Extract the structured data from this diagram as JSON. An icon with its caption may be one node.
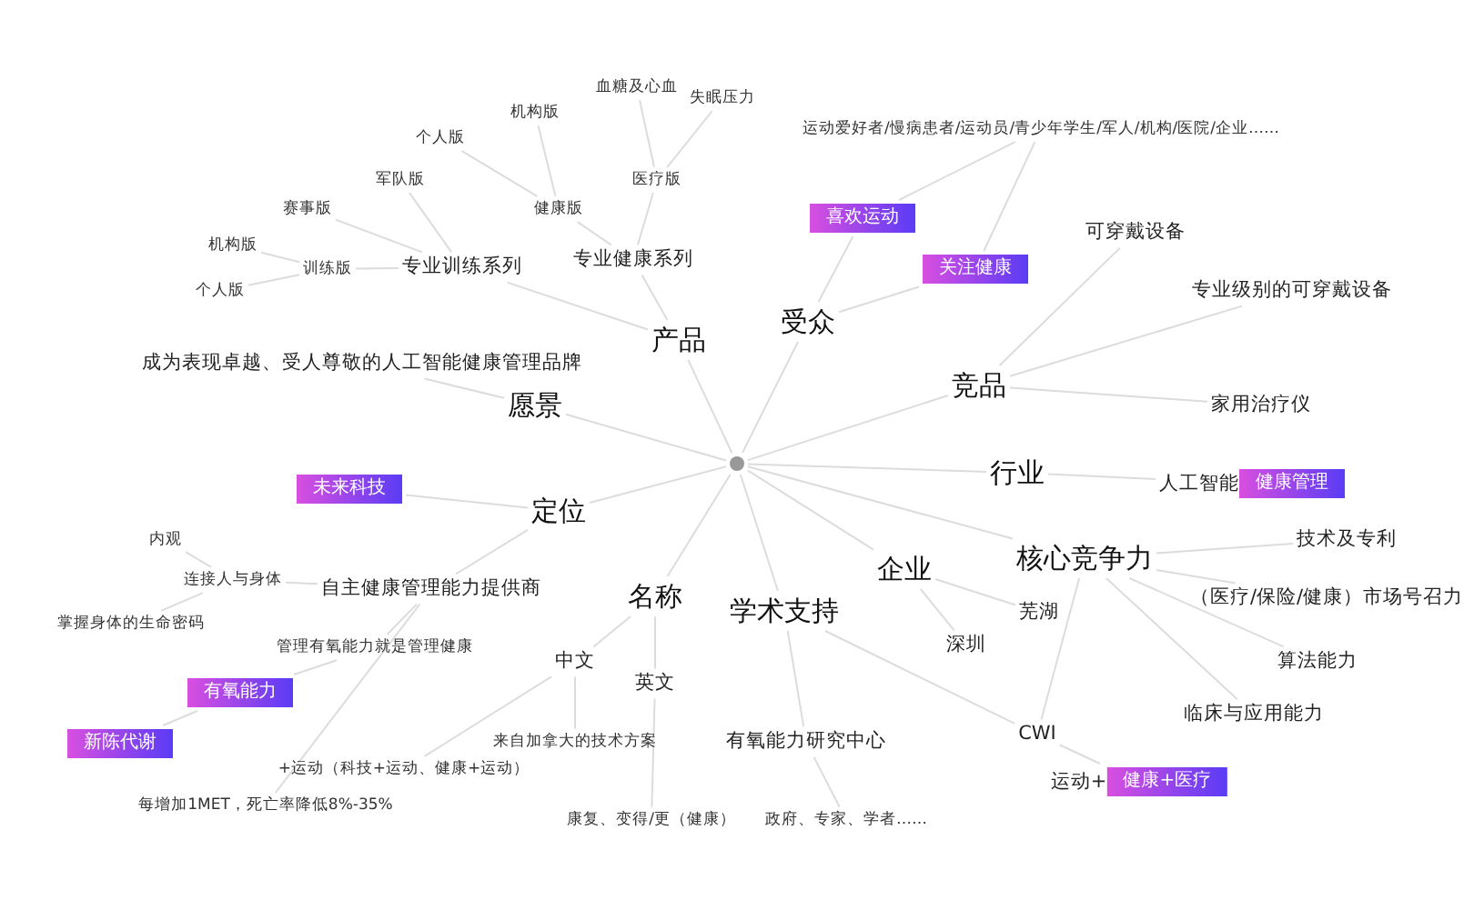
{
  "diagram": {
    "nodes": [
      {
        "text": [],
        "shape": "dot"
      },
      {
        "text": [
          "产品"
        ]
      },
      {
        "text": [
          "专业训练系列"
        ]
      },
      {
        "text": [
          "训练版"
        ]
      },
      {
        "text": [
          "机构版"
        ]
      },
      {
        "text": [
          "个人版"
        ]
      },
      {
        "text": [
          "赛事版"
        ]
      },
      {
        "text": [
          "军队版"
        ]
      },
      {
        "text": [
          "专业健康系列"
        ]
      },
      {
        "text": [
          "健康版"
        ]
      },
      {
        "text": [
          "个人版"
        ]
      },
      {
        "text": [
          "机构版"
        ]
      },
      {
        "text": [
          "医疗版"
        ]
      },
      {
        "text": [
          "血糖及心血"
        ]
      },
      {
        "text": [
          "失眠压力"
        ]
      },
      {
        "text": [
          "受众"
        ]
      },
      {
        "text": [
          "喜欢运动"
        ]
      },
      {
        "text": [
          "关注健康"
        ]
      },
      {
        "text": [
          "运动爱好者/慢病患者/运动员/青少年学生/军人/机构/医院/企业……"
        ]
      },
      {
        "text": [
          "竞品"
        ]
      },
      {
        "text": [
          "可穿戴设备"
        ]
      },
      {
        "text": [
          "专业级别的可穿戴设备"
        ]
      },
      {
        "text": [
          "家用治疗仪"
        ]
      },
      {
        "text": [
          "行业"
        ]
      },
      {
        "text": [
          "人工智能",
          "健康管理"
        ]
      },
      {
        "text": [
          "核心竞争力"
        ]
      },
      {
        "text": [
          "技术及专利"
        ]
      },
      {
        "text": [
          "（医疗/保险/健康）市场号召力"
        ]
      },
      {
        "text": [
          "算法能力"
        ]
      },
      {
        "text": [
          "临床与应用能力"
        ]
      },
      {
        "text": [
          "企业"
        ]
      },
      {
        "text": [
          "芜湖"
        ]
      },
      {
        "text": [
          "深圳"
        ]
      },
      {
        "text": [
          "学术支持"
        ]
      },
      {
        "text": [
          "有氧能力研究中心"
        ]
      },
      {
        "text": [
          "政府、专家、学者……"
        ]
      },
      {
        "text": [
          "CWI"
        ]
      },
      {
        "text": [
          "运动+",
          "健康+医疗"
        ]
      },
      {
        "text": [
          "愿景"
        ]
      },
      {
        "text": [
          "成为表现卓越、受人尊敬的人工智能健康管理品牌"
        ]
      },
      {
        "text": [
          "定位"
        ]
      },
      {
        "text": [
          "未来科技"
        ]
      },
      {
        "text": [
          "自主健康管理能力提供商"
        ]
      },
      {
        "text": [
          "连接人与身体"
        ]
      },
      {
        "text": [
          "内观"
        ]
      },
      {
        "text": [
          "掌握身体的生命密码"
        ]
      },
      {
        "text": [
          "管理有氧能力就是管理健康"
        ]
      },
      {
        "text": [
          "有氧能力"
        ]
      },
      {
        "text": [
          "新陈代谢"
        ]
      },
      {
        "text": [
          "每增加1MET，死亡率降低8%-35%"
        ]
      },
      {
        "text": [
          "名称"
        ]
      },
      {
        "text": [
          "中文"
        ]
      },
      {
        "text": [
          "英文"
        ]
      },
      {
        "text": [
          "来自加拿大的技术方案"
        ]
      },
      {
        "text": [
          "+运动（科技+运动、健康+运动）"
        ]
      },
      {
        "text": [
          "康复、变得/更（健康）"
        ]
      }
    ],
    "edges": [
      {
        "from": 0,
        "to": 1,
        "arrow": "none"
      },
      {
        "from": 0,
        "to": 15,
        "arrow": "none"
      },
      {
        "from": 0,
        "to": 19,
        "arrow": "none"
      },
      {
        "from": 0,
        "to": 23,
        "arrow": "none"
      },
      {
        "from": 0,
        "to": 25,
        "arrow": "none"
      },
      {
        "from": 0,
        "to": 30,
        "arrow": "none"
      },
      {
        "from": 0,
        "to": 33,
        "arrow": "none"
      },
      {
        "from": 0,
        "to": 50,
        "arrow": "none"
      },
      {
        "from": 0,
        "to": 40,
        "arrow": "none"
      },
      {
        "from": 0,
        "to": 38,
        "arrow": "none"
      },
      {
        "from": 1,
        "to": 2,
        "arrow": "none"
      },
      {
        "from": 1,
        "to": 8,
        "arrow": "none"
      },
      {
        "from": 2,
        "to": 3,
        "arrow": "none"
      },
      {
        "from": 2,
        "to": 6,
        "arrow": "none"
      },
      {
        "from": 2,
        "to": 7,
        "arrow": "none"
      },
      {
        "from": 3,
        "to": 4,
        "arrow": "none"
      },
      {
        "from": 3,
        "to": 5,
        "arrow": "none"
      },
      {
        "from": 8,
        "to": 9,
        "arrow": "none"
      },
      {
        "from": 8,
        "to": 12,
        "arrow": "none"
      },
      {
        "from": 9,
        "to": 10,
        "arrow": "none"
      },
      {
        "from": 9,
        "to": 11,
        "arrow": "none"
      },
      {
        "from": 12,
        "to": 13,
        "arrow": "none"
      },
      {
        "from": 12,
        "to": 14,
        "arrow": "none"
      },
      {
        "from": 15,
        "to": 16,
        "arrow": "none"
      },
      {
        "from": 15,
        "to": 17,
        "arrow": "none"
      },
      {
        "from": 16,
        "to": 18,
        "arrow": "none"
      },
      {
        "from": 17,
        "to": 18,
        "arrow": "none"
      },
      {
        "from": 19,
        "to": 20,
        "arrow": "none"
      },
      {
        "from": 19,
        "to": 21,
        "arrow": "none"
      },
      {
        "from": 19,
        "to": 22,
        "arrow": "none"
      },
      {
        "from": 23,
        "to": 24,
        "arrow": "none"
      },
      {
        "from": 25,
        "to": 26,
        "arrow": "none"
      },
      {
        "from": 25,
        "to": 27,
        "arrow": "none"
      },
      {
        "from": 25,
        "to": 28,
        "arrow": "none"
      },
      {
        "from": 25,
        "to": 29,
        "arrow": "none"
      },
      {
        "from": 25,
        "to": 36,
        "arrow": "none"
      },
      {
        "from": 30,
        "to": 31,
        "arrow": "none"
      },
      {
        "from": 30,
        "to": 32,
        "arrow": "none"
      },
      {
        "from": 33,
        "to": 34,
        "arrow": "none"
      },
      {
        "from": 33,
        "to": 36,
        "arrow": "none"
      },
      {
        "from": 34,
        "to": 35,
        "arrow": "none"
      },
      {
        "from": 36,
        "to": 37,
        "arrow": "none"
      },
      {
        "from": 38,
        "to": 39,
        "arrow": "none"
      },
      {
        "from": 40,
        "to": 41,
        "arrow": "none"
      },
      {
        "from": 40,
        "to": 42,
        "arrow": "none"
      },
      {
        "from": 42,
        "to": 43,
        "arrow": "none"
      },
      {
        "from": 43,
        "to": 44,
        "arrow": "none"
      },
      {
        "from": 43,
        "to": 45,
        "arrow": "none"
      },
      {
        "from": 42,
        "to": 46,
        "arrow": "none"
      },
      {
        "from": 46,
        "to": 47,
        "arrow": "none"
      },
      {
        "from": 47,
        "to": 48,
        "arrow": "none"
      },
      {
        "from": 42,
        "to": 49,
        "arrow": "none"
      },
      {
        "from": 50,
        "to": 51,
        "arrow": "none"
      },
      {
        "from": 50,
        "to": 52,
        "arrow": "none"
      },
      {
        "from": 51,
        "to": 53,
        "arrow": "none"
      },
      {
        "from": 51,
        "to": 54,
        "arrow": "none"
      },
      {
        "from": 52,
        "to": 55,
        "arrow": "none"
      }
    ]
  }
}
